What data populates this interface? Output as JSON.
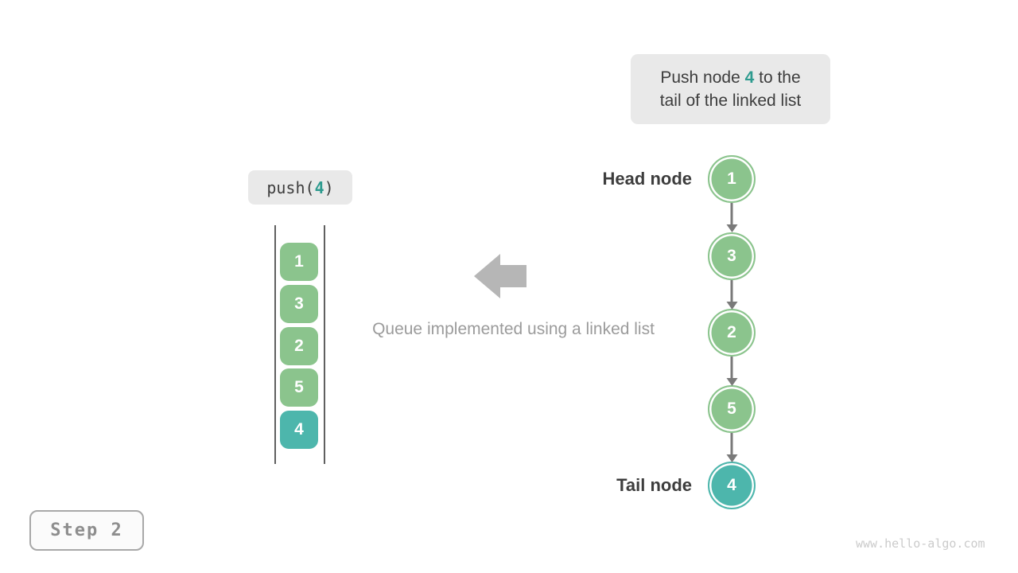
{
  "colors": {
    "green": "#8BC48D",
    "teal": "#4DB6AC",
    "highlight_teal": "#2E9B8F"
  },
  "callout": {
    "line1_prefix": "Push node ",
    "line1_value": "4",
    "line1_suffix": " to the",
    "line2": "tail of the linked list"
  },
  "operation": {
    "prefix": "push(",
    "value": "4",
    "suffix": ")"
  },
  "queue_stack": {
    "items": [
      {
        "value": "1",
        "color": "green"
      },
      {
        "value": "3",
        "color": "green"
      },
      {
        "value": "2",
        "color": "green"
      },
      {
        "value": "5",
        "color": "green"
      },
      {
        "value": "4",
        "color": "teal"
      }
    ]
  },
  "caption": "Queue implemented using a linked list",
  "linked_list": {
    "head_label": "Head node",
    "tail_label": "Tail node",
    "nodes": [
      {
        "value": "1",
        "color": "green"
      },
      {
        "value": "3",
        "color": "green"
      },
      {
        "value": "2",
        "color": "green"
      },
      {
        "value": "5",
        "color": "green"
      },
      {
        "value": "4",
        "color": "teal"
      }
    ]
  },
  "step_label": "Step 2",
  "watermark": "www.hello-algo.com"
}
